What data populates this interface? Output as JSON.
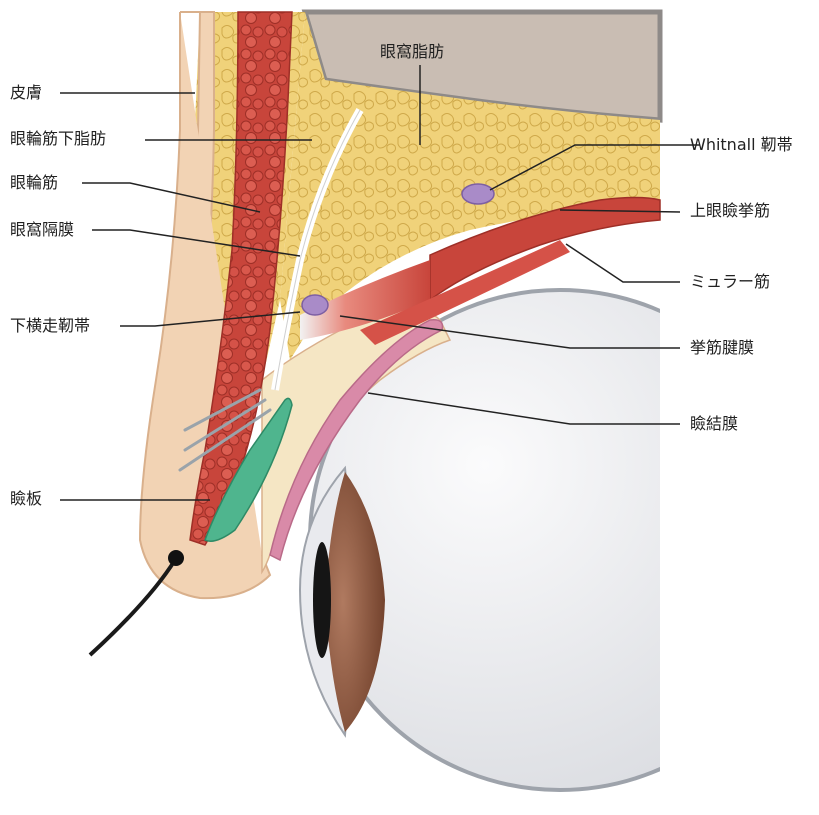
{
  "labels": {
    "skin": "皮膚",
    "roof": "眼輪筋下脂肪",
    "orbicularis": "眼輪筋",
    "septum": "眼窩隔膜",
    "lower_lig": "下横走靭帯",
    "tarsus": "瞼板",
    "orbital_fat": "眼窩脂肪",
    "whitnall": "Whitnall 靭帯",
    "levator": "上眼瞼挙筋",
    "muller": "ミュラー筋",
    "aponeurosis": "挙筋腱膜",
    "conjunctiva": "瞼結膜"
  },
  "colors": {
    "skin": "#f2d3b4",
    "skin_edge": "#d9b08c",
    "fat": "#f0d27a",
    "muscle": "#c8453b",
    "bone": "#c9bdb3",
    "tarsus": "#4fb58e",
    "ligament": "#a98bc8",
    "conjunctiva": "#d98aa8",
    "iris": "#7a4a33",
    "sclera": "#e9eaee"
  }
}
